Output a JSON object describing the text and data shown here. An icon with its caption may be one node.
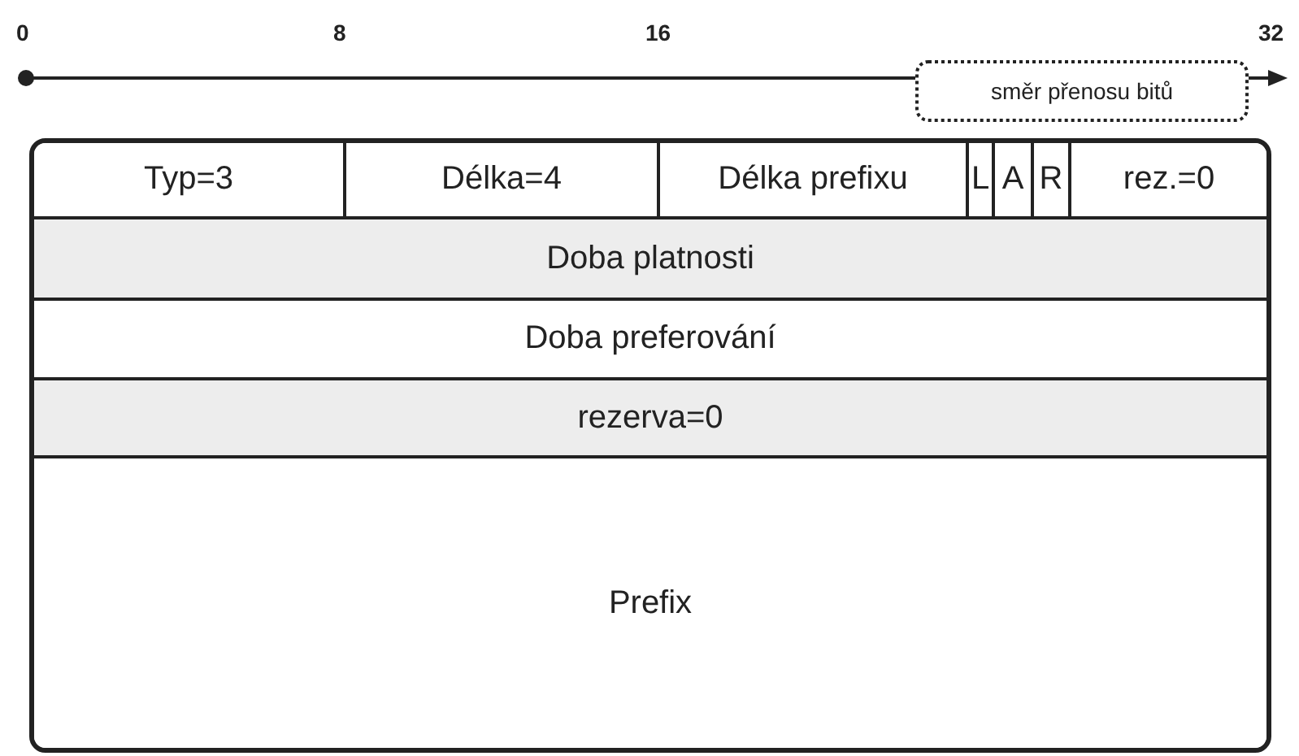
{
  "diagram": {
    "nodes": [
      {
        "text": [
          "směr přenosu bitů"
        ]
      },
      {
        "text": [
          "Typ=3"
        ]
      },
      {
        "text": [
          "Délka=4"
        ]
      },
      {
        "text": [
          "Délka prefixu"
        ]
      },
      {
        "text": [
          "L"
        ]
      },
      {
        "text": [
          "A"
        ]
      },
      {
        "text": [
          "R"
        ]
      },
      {
        "text": [
          "rez.=0"
        ]
      },
      {
        "text": [
          "Doba platnosti"
        ]
      },
      {
        "text": [
          "Doba preferování"
        ]
      },
      {
        "text": [
          "rezerva=0"
        ]
      },
      {
        "text": [
          "Prefix"
        ]
      }
    ],
    "labels": [
      "0",
      "8",
      "16",
      "32"
    ]
  }
}
